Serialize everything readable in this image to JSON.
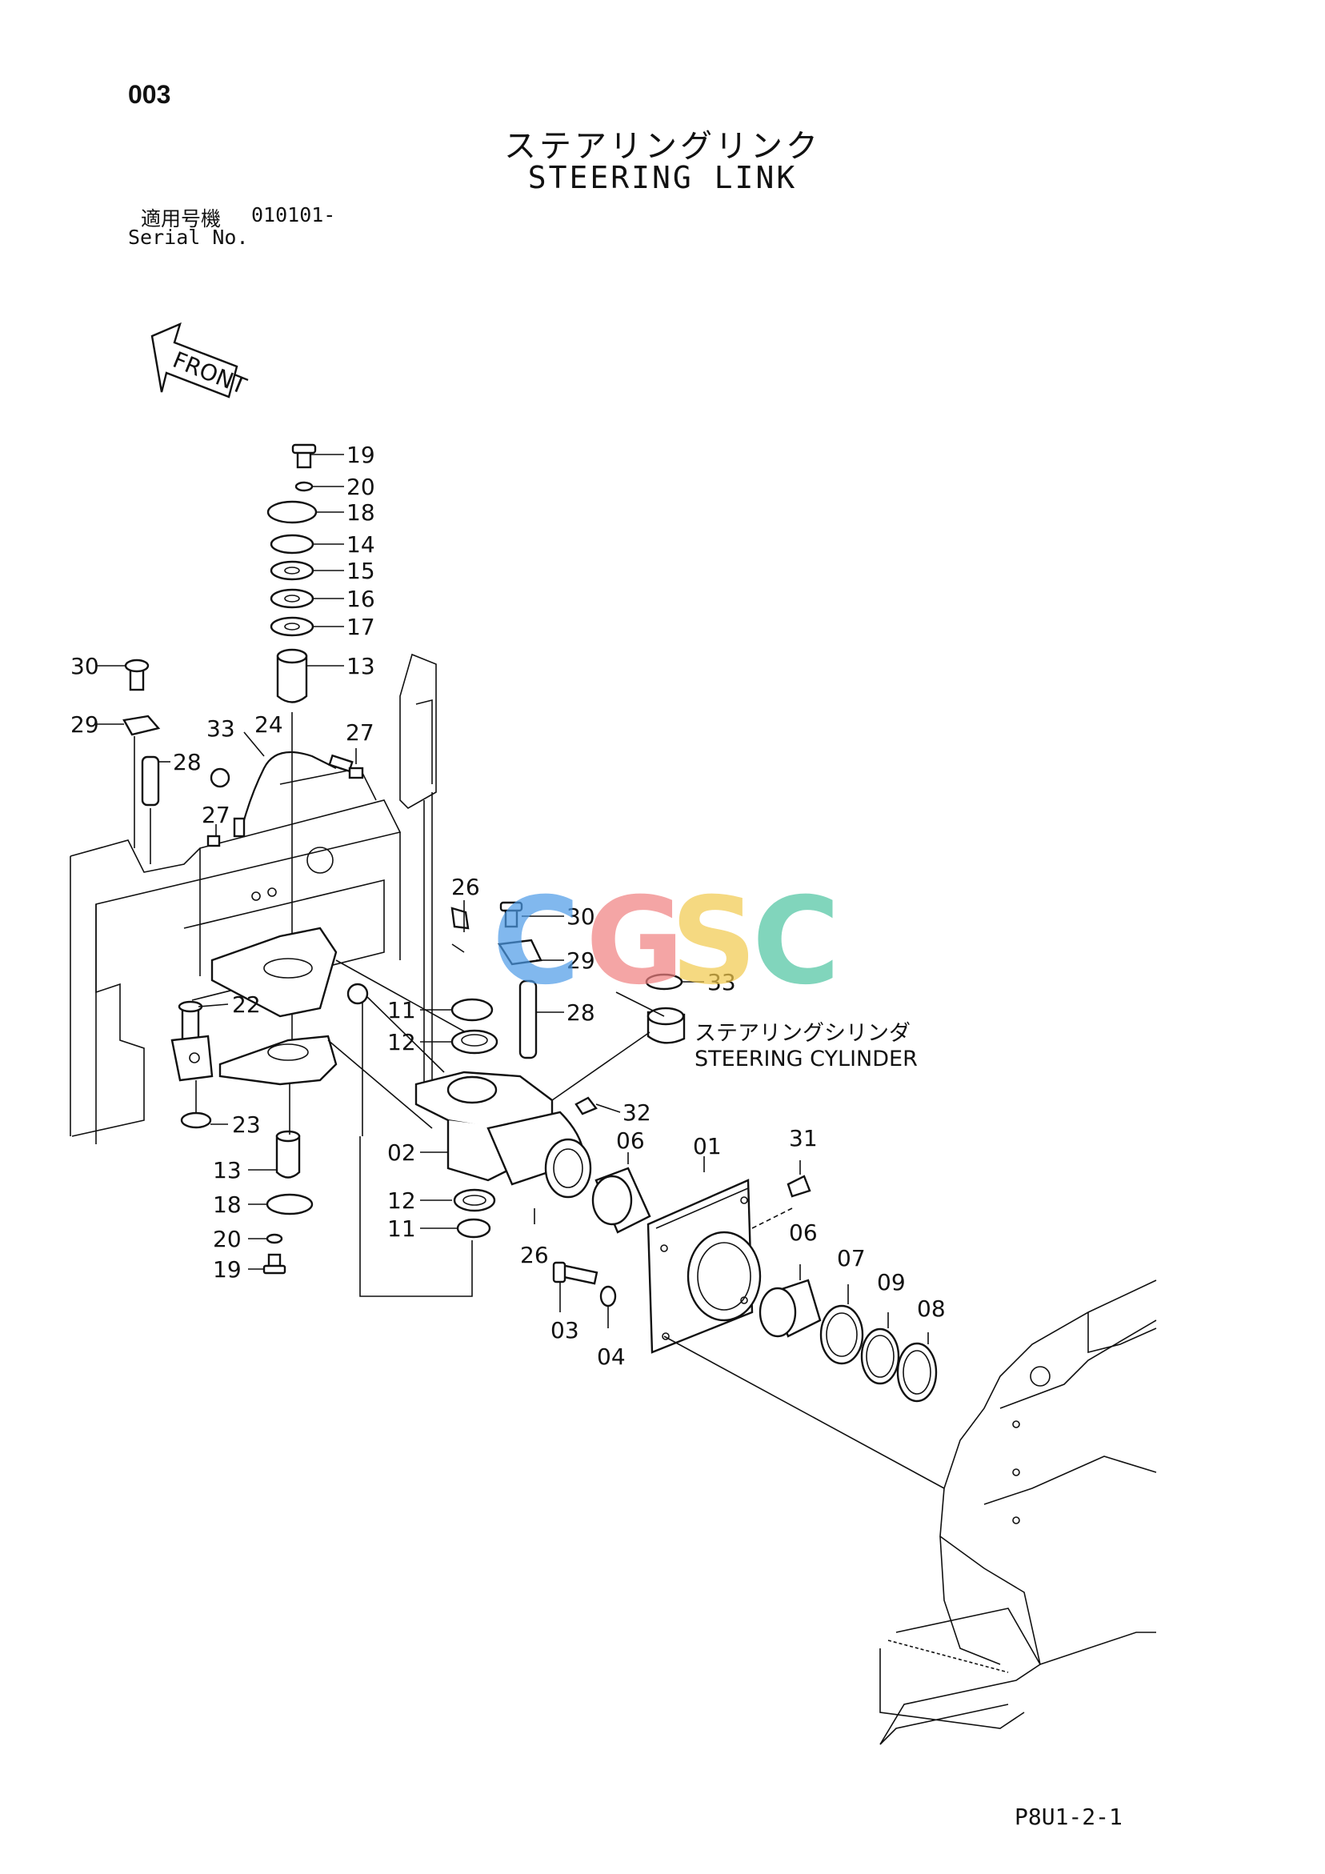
{
  "header": {
    "page_number": "003",
    "title_jp": "ステアリングリンク",
    "title_en": "STEERING LINK",
    "serial_label_jp": "適用号機",
    "serial_value": "010101-",
    "serial_label_en": "Serial No."
  },
  "front_arrow_label": "FRONT",
  "callouts": {
    "steering_cylinder_jp": "ステアリングシリンダ",
    "steering_cylinder_en": "STEERING CYLINDER"
  },
  "watermark": {
    "letters": [
      "C",
      "G",
      "S",
      "C"
    ],
    "colors": [
      "#4c9be8",
      "#f08080",
      "#f2c94c",
      "#4cc4a0"
    ]
  },
  "part_labels": {
    "p19a": "19",
    "p20a": "20",
    "p18a": "18",
    "p14": "14",
    "p15": "15",
    "p16": "16",
    "p17": "17",
    "p13a": "13",
    "p30a": "30",
    "p29a": "29",
    "p33a": "33",
    "p24": "24",
    "p27a": "27",
    "p28a": "28",
    "p27b": "27",
    "p26a": "26",
    "p30b": "30",
    "p29b": "29",
    "p33b": "33",
    "p28b": "28",
    "p11a": "11",
    "p12a": "12",
    "p22": "22",
    "p32": "32",
    "p23": "23",
    "p02": "02",
    "p06a": "06",
    "p01": "01",
    "p31": "31",
    "p13b": "13",
    "p12b": "12",
    "p18b": "18",
    "p11b": "11",
    "p20b": "20",
    "p26b": "26",
    "p19b": "19",
    "p06b": "06",
    "p07": "07",
    "p09": "09",
    "p08": "08",
    "p03": "03",
    "p04": "04"
  },
  "footer": {
    "code": "P8U1-2-1"
  }
}
